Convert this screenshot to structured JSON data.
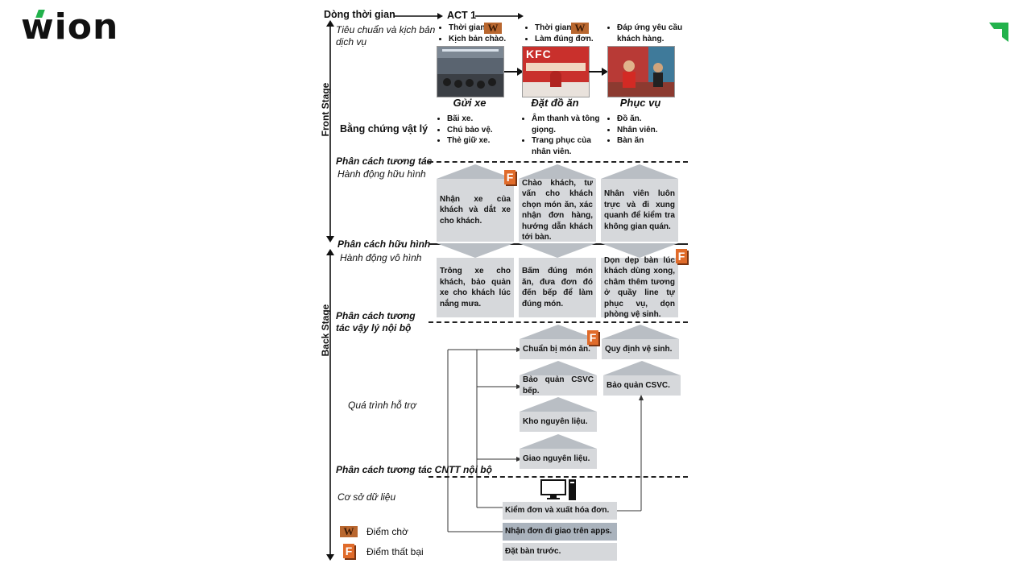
{
  "brand": {
    "name": "wion"
  },
  "timeline": {
    "label": "Dòng thời gian",
    "act": "ACT 1",
    "standards_label": "Tiêu chuẩn và kịch bản dịch vụ",
    "physical_evidence_label": "Bằng chứng vật lý"
  },
  "stages": [
    {
      "caption": "Gửi xe",
      "standards": [
        "Thời gian.",
        "Kịch bản chào."
      ],
      "evidence": [
        "Bãi xe.",
        "Chú bảo vệ.",
        "Thẻ giữ xe."
      ],
      "front_action": "Nhận xe của khách và dắt xe cho khách.",
      "back_action": "Trông xe cho khách, bảo quản xe cho khách lúc nắng mưa."
    },
    {
      "caption": "Đặt đồ ăn",
      "photo_text": "KFC",
      "standards": [
        "Thời gian.",
        "Làm đúng đơn."
      ],
      "evidence": [
        "Âm thanh và tông giọng.",
        "Trang phục của nhân viên."
      ],
      "front_action": "Chào khách, tư vấn cho khách chọn món ăn, xác nhận đơn hàng, hướng dẫn khách tới bàn.",
      "back_action": "Bấm đúng món ăn, đưa đơn đó đến bếp để làm đúng món."
    },
    {
      "caption": "Phục vụ",
      "standards": [
        "Đáp ứng yêu cầu khách hàng."
      ],
      "evidence": [
        "Đồ ăn.",
        "Nhân viên.",
        "Bàn ăn"
      ],
      "front_action": "Nhân viên luôn trực và đi xung quanh để kiểm tra không gian quán.",
      "back_action": "Dọn dẹp bàn lúc khách dùng xong, châm thêm tương ở quầy line tự phục vụ, dọn phòng vệ sinh."
    }
  ],
  "lines": {
    "interaction": "Phân cách tương tác",
    "visible_actions": "Hành động hữu hình",
    "visibility": "Phân cách hữu hình",
    "invisible_actions": "Hành động vô hình",
    "internal_interaction": "Phân cách tương tác vậy lý nội bộ",
    "support": "Quá trình hỗ trợ",
    "it_interaction": "Phân cách tương tác CNTT nội bộ",
    "database": "Cơ sở dữ liệu"
  },
  "axis": {
    "front": "Front Stage",
    "back": "Back Stage"
  },
  "support_items": [
    "Chuẩn bị món ăn.",
    "Quy định vệ sinh.",
    "Bảo quản CSVC bếp.",
    "Bảo quản CSVC.",
    "Kho nguyên liệu.",
    "Giao nguyên liệu."
  ],
  "database_items": [
    "Kiểm đơn và xuất hóa đơn.",
    "Nhận đơn đi giao trên apps.",
    "Đặt bàn trước."
  ],
  "legend": {
    "wait": "Điểm chờ",
    "fail": "Điểm thất bại",
    "wait_symbol": "W",
    "fail_symbol": "F"
  },
  "colors": {
    "accent_green": "#22b24c",
    "fail_orange": "#e06b2a",
    "card_gray": "#d6d8db",
    "db_dark": "#aab3bd"
  }
}
